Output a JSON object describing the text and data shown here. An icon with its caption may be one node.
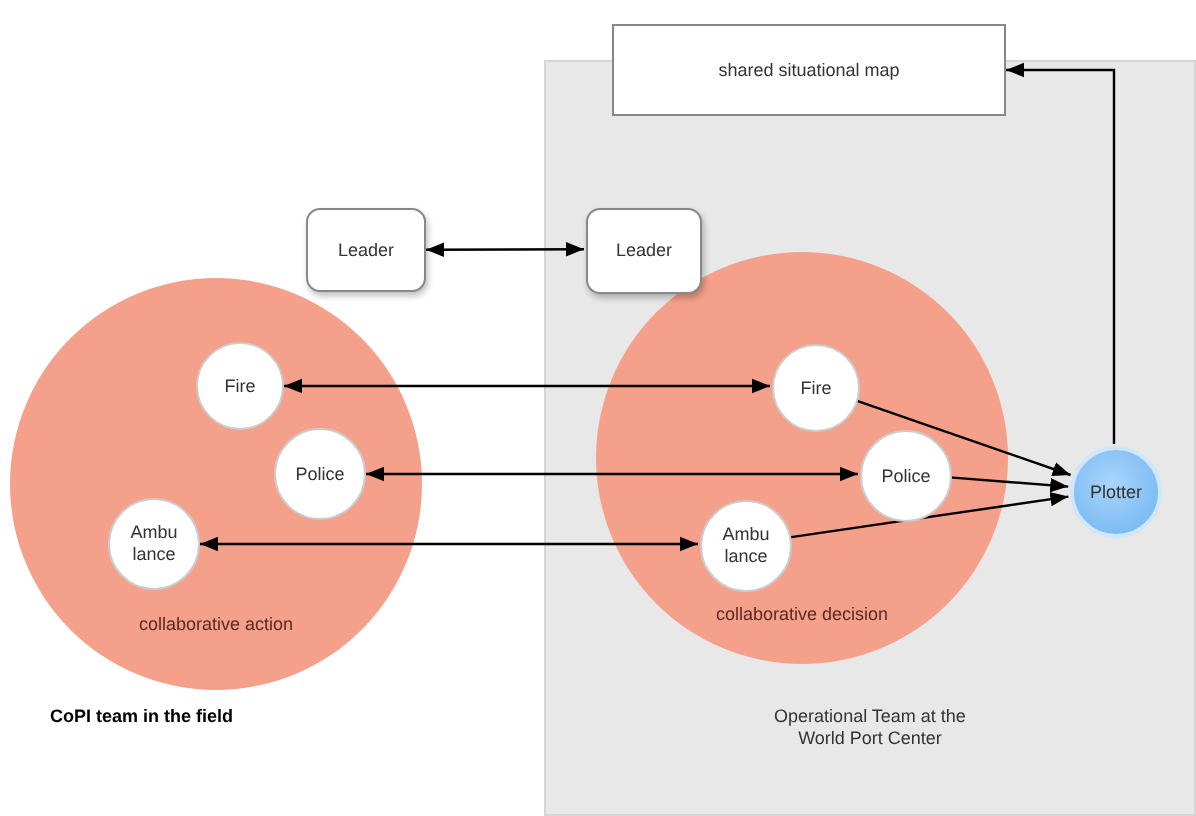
{
  "diagram": {
    "nodes": [
      {
        "text": [
          "shared situational map"
        ]
      },
      {
        "text": [
          "Leader"
        ]
      },
      {
        "text": [
          "Operational Team at the World Port Center"
        ]
      },
      {
        "text": [
          "Leader"
        ],
        "in": 2
      },
      {
        "text": [
          "collaborative action"
        ],
        "beside": [
          "CoPI team in the field"
        ]
      },
      {
        "text": [
          "Fire"
        ],
        "in": 4
      },
      {
        "text": [
          "Police"
        ],
        "in": 4
      },
      {
        "text": [
          "Ambu lance"
        ],
        "in": 4
      },
      {
        "text": [
          "collaborative decision"
        ],
        "in": 2
      },
      {
        "text": [
          "Fire"
        ],
        "in": 8
      },
      {
        "text": [
          "Police"
        ],
        "in": 8
      },
      {
        "text": [
          "Ambu lance"
        ],
        "in": 8
      },
      {
        "text": [
          "Plotter"
        ],
        "in": 2
      }
    ],
    "edges": [
      {
        "from": 1,
        "to": 3,
        "arrow": "both"
      },
      {
        "from": 5,
        "to": 9,
        "arrow": "both"
      },
      {
        "from": 6,
        "to": 10,
        "arrow": "both"
      },
      {
        "from": 7,
        "to": 11,
        "arrow": "both"
      },
      {
        "from": 9,
        "to": 12,
        "arrow": "to"
      },
      {
        "from": 10,
        "to": 12,
        "arrow": "to"
      },
      {
        "from": 11,
        "to": 12,
        "arrow": "to"
      },
      {
        "from": 12,
        "to": 0,
        "arrow": "to"
      }
    ]
  }
}
